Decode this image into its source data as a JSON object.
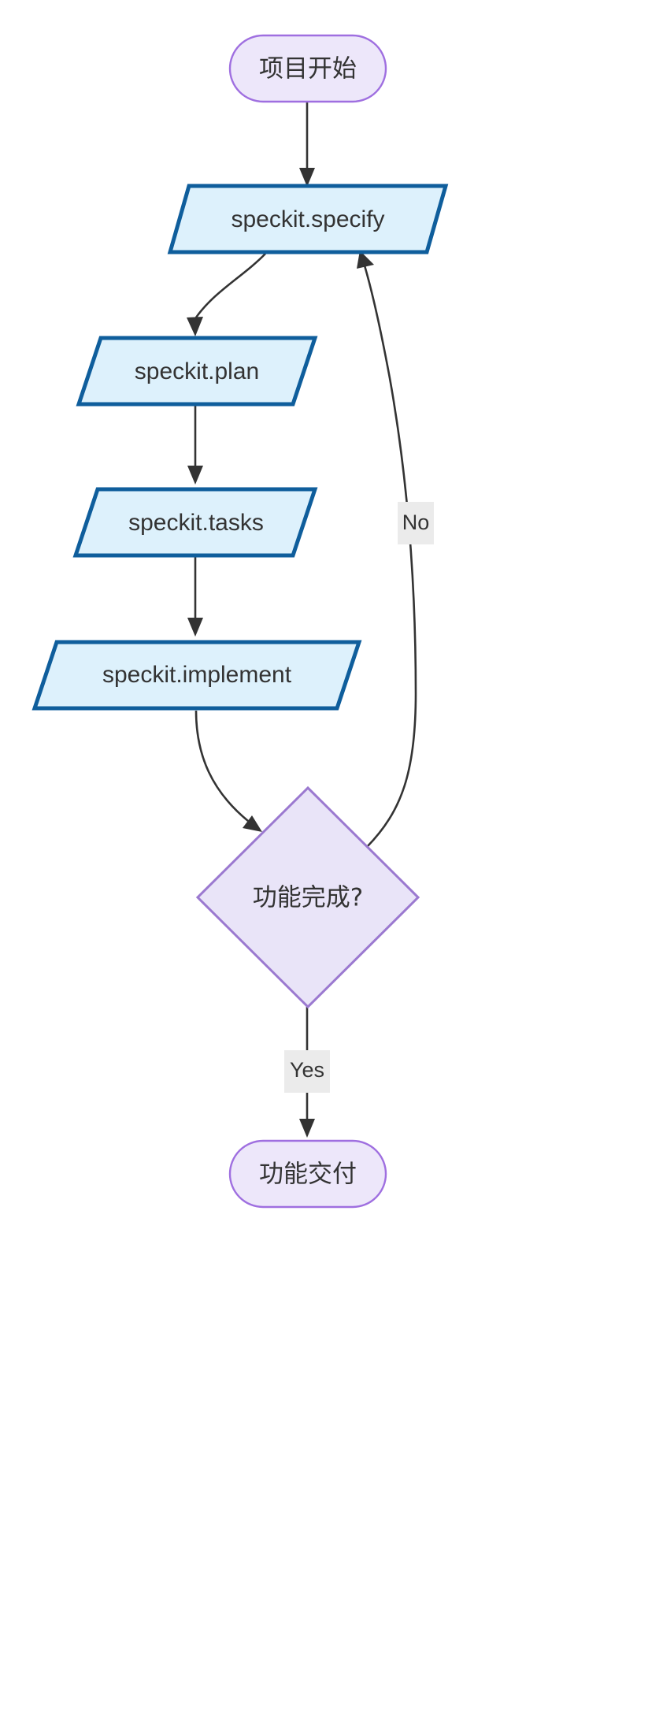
{
  "diagram": {
    "type": "flowchart",
    "direction": "top-to-bottom",
    "background_color": "#ffffff",
    "nodes": [
      {
        "id": "start",
        "label": "项目开始",
        "shape": "stadium",
        "fill": "#ede7fa",
        "stroke": "#9f6fe0",
        "text_color": "#333333"
      },
      {
        "id": "specify",
        "label": "speckit.specify",
        "shape": "parallelogram",
        "fill": "#ddf1fc",
        "stroke": "#0f5e9c",
        "text_color": "#333333"
      },
      {
        "id": "plan",
        "label": "speckit.plan",
        "shape": "parallelogram",
        "fill": "#ddf1fc",
        "stroke": "#0f5e9c",
        "text_color": "#333333"
      },
      {
        "id": "tasks",
        "label": "speckit.tasks",
        "shape": "parallelogram",
        "fill": "#ddf1fc",
        "stroke": "#0f5e9c",
        "text_color": "#333333"
      },
      {
        "id": "implement",
        "label": "speckit.implement",
        "shape": "parallelogram",
        "fill": "#ddf1fc",
        "stroke": "#0f5e9c",
        "text_color": "#333333"
      },
      {
        "id": "decision",
        "label": "功能完成?",
        "shape": "diamond",
        "fill": "#e9e4f8",
        "stroke": "#9b79d0",
        "text_color": "#333333"
      },
      {
        "id": "end",
        "label": "功能交付",
        "shape": "stadium",
        "fill": "#ede7fa",
        "stroke": "#9f6fe0",
        "text_color": "#333333"
      }
    ],
    "edges": [
      {
        "from": "start",
        "to": "specify",
        "label": ""
      },
      {
        "from": "specify",
        "to": "plan",
        "label": ""
      },
      {
        "from": "plan",
        "to": "tasks",
        "label": ""
      },
      {
        "from": "tasks",
        "to": "implement",
        "label": ""
      },
      {
        "from": "implement",
        "to": "decision",
        "label": ""
      },
      {
        "from": "decision",
        "to": "specify",
        "label": "No"
      },
      {
        "from": "decision",
        "to": "end",
        "label": "Yes"
      }
    ],
    "edge_labels": {
      "no": "No",
      "yes": "Yes"
    },
    "edge_style": {
      "stroke": "#333333",
      "label_bg": "#ebebeb"
    }
  }
}
